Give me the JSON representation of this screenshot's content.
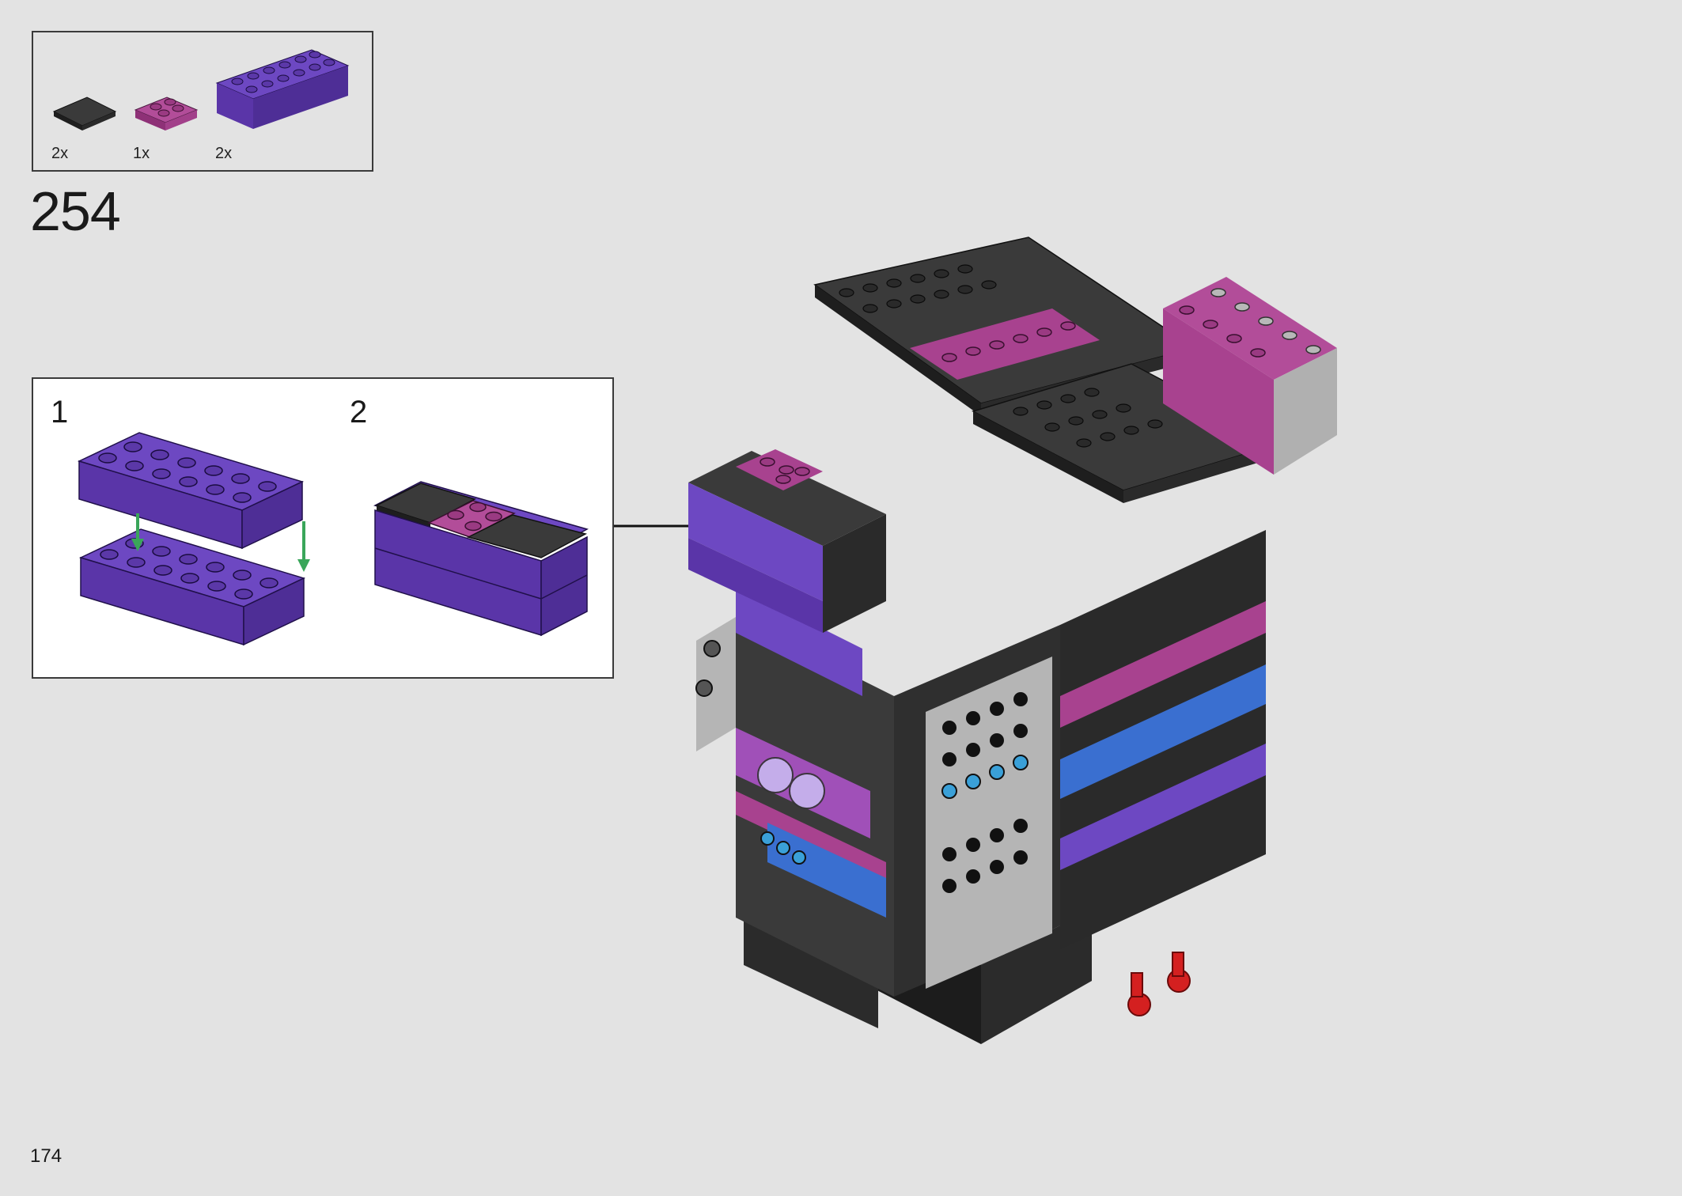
{
  "page": {
    "number": "174"
  },
  "step": {
    "number": "254"
  },
  "parts_list": [
    {
      "qty": "2x",
      "name": "tile-2x2-black",
      "color": "#2e2e2e"
    },
    {
      "qty": "1x",
      "name": "plate-2x2-magenta",
      "color": "#a8428f"
    },
    {
      "qty": "2x",
      "name": "brick-2x6-purple",
      "color": "#5f3bb0"
    }
  ],
  "sub_steps": [
    {
      "number": "1"
    },
    {
      "number": "2"
    }
  ],
  "colors": {
    "background": "#e3e3e3",
    "purple": "#5f3bb0",
    "magenta": "#a8428f",
    "black": "#2e2e2e",
    "gray": "#b0b0b0",
    "blue": "#3a6fd0",
    "cyan": "#3aa0d8",
    "red": "#d42020",
    "arrow_green": "#3aa65a"
  }
}
